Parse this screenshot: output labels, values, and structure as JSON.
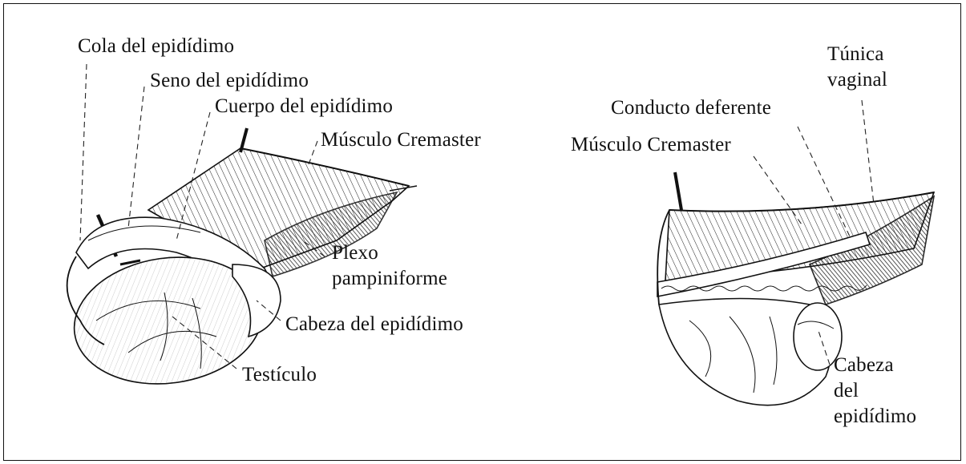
{
  "figure": {
    "left_panel": {
      "labels": {
        "cola": "Cola del epidídimo",
        "seno": "Seno del epidídimo",
        "cuerpo": "Cuerpo del epidídimo",
        "cremaster": "Músculo Cremaster",
        "plexo": "Plexo\npampiniforme",
        "cabeza": "Cabeza del epidídimo",
        "testiculo": "Testículo"
      }
    },
    "right_panel": {
      "labels": {
        "tunica": "Túnica\nvaginal",
        "conducto": "Conducto deferente",
        "cremaster": "Músculo Cremaster",
        "cabeza": "Cabeza\ndel\nepidídimo"
      }
    },
    "colors": {
      "ink": "#111111",
      "background": "#ffffff"
    }
  }
}
